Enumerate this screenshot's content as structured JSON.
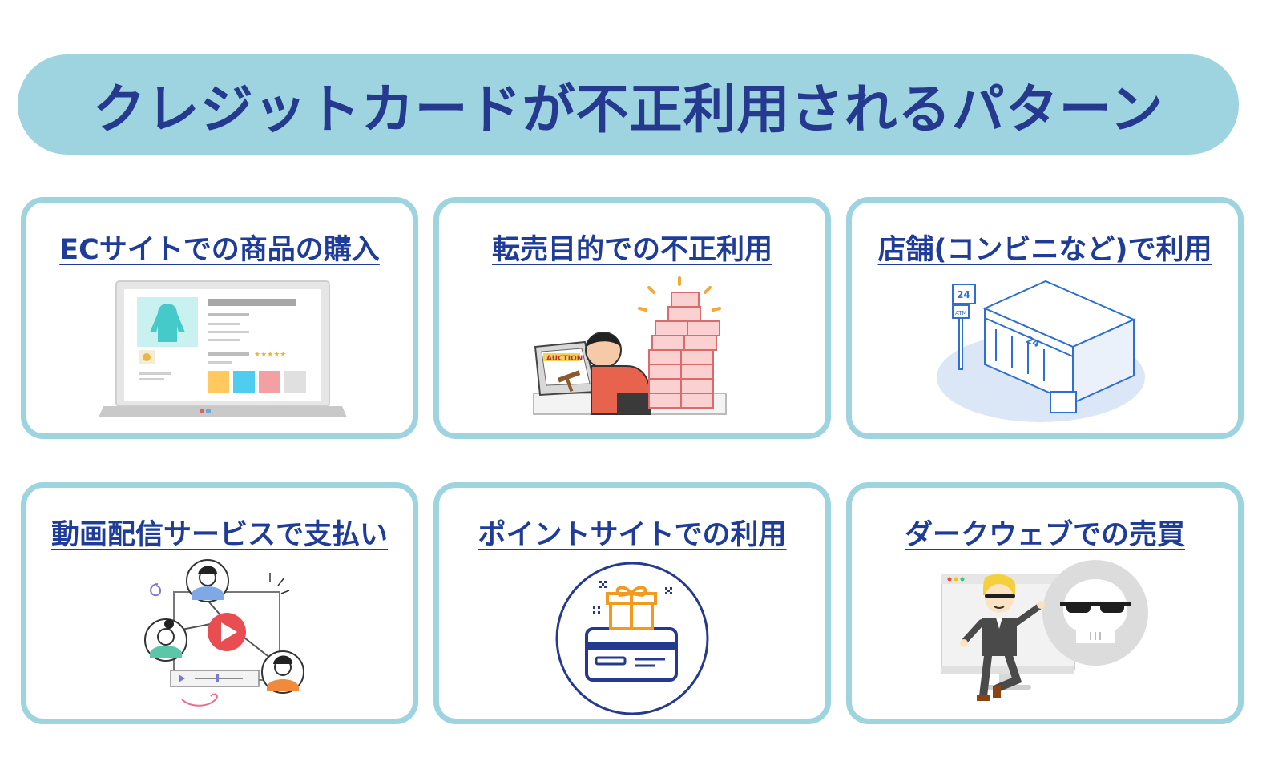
{
  "header": {
    "title": "クレジットカードが不正利用されるパターン"
  },
  "cards": [
    {
      "title": "ECサイトでの商品の購入",
      "icon": "laptop-shopping-icon"
    },
    {
      "title": "転売目的での不正利用",
      "icon": "auction-resale-icon",
      "illustration_text": "AUCTION"
    },
    {
      "title": "店舗(コンビニなど)で利用",
      "icon": "convenience-store-icon",
      "illustration_text": "24",
      "sign_text": "ATM"
    },
    {
      "title": "動画配信サービスで支払い",
      "icon": "video-streaming-icon"
    },
    {
      "title": "ポイントサイトでの利用",
      "icon": "gift-card-icon"
    },
    {
      "title": "ダークウェブでの売買",
      "icon": "dark-web-icon"
    }
  ],
  "colors": {
    "accent": "#9dd4df",
    "title_text": "#25398f",
    "link_text": "#1f3d98"
  }
}
